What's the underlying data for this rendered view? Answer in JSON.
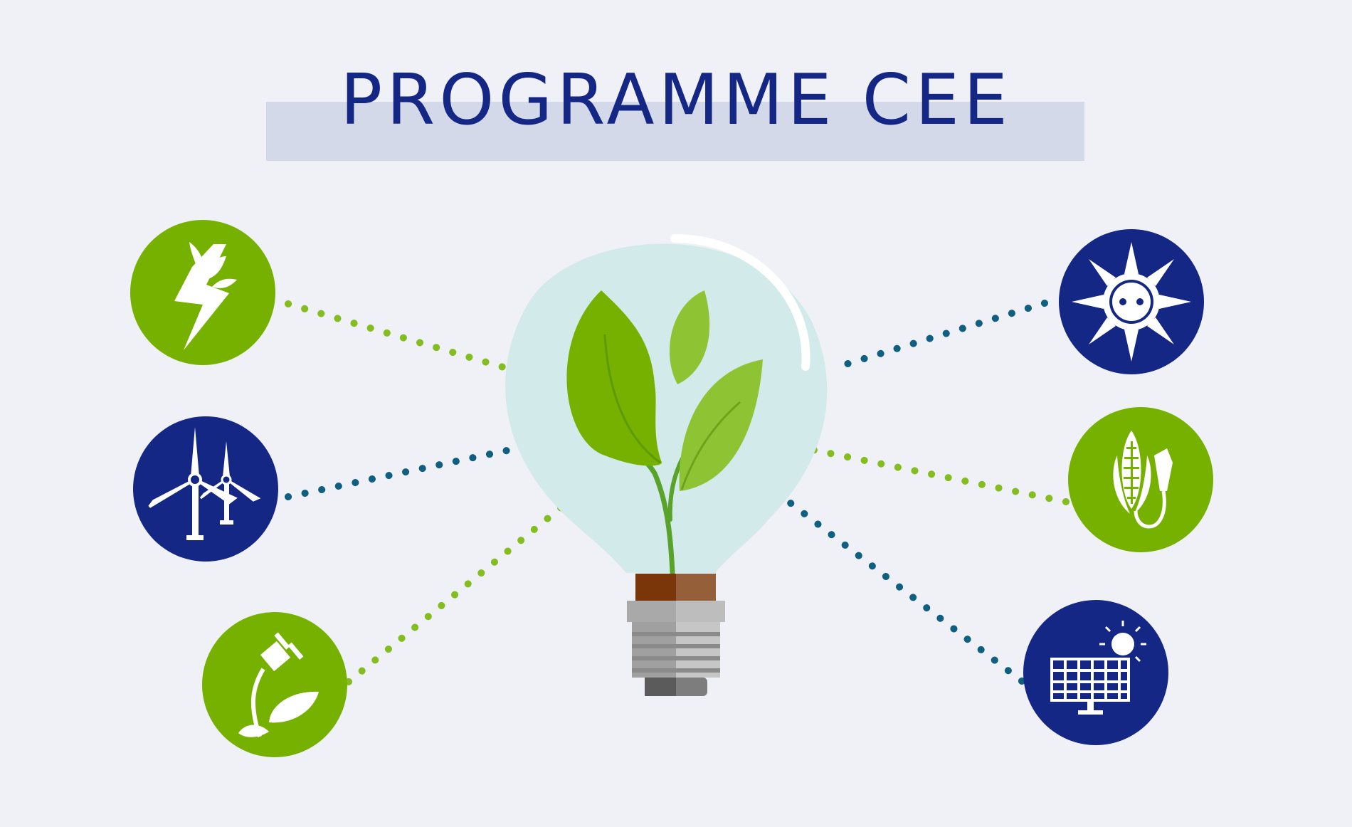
{
  "title": "PROGRAMME CEE",
  "colors": {
    "background": "#f0f1f6",
    "title_band": "#d4d9ea",
    "title_text": "#142785",
    "green": "#76b100",
    "navy": "#142785",
    "teal_dots": "#0e5f80",
    "green_dots": "#84bd1f",
    "bulb_glass": "#d3eaea"
  },
  "center": {
    "icon": "lightbulb-with-seedling-icon"
  },
  "nodes": [
    {
      "icon": "green-electricity-icon",
      "theme": "green",
      "connector": "green"
    },
    {
      "icon": "wind-turbines-icon",
      "theme": "navy",
      "connector": "teal"
    },
    {
      "icon": "eco-plug-icon",
      "theme": "green",
      "connector": "green"
    },
    {
      "icon": "solar-outlet-icon",
      "theme": "navy",
      "connector": "teal"
    },
    {
      "icon": "biofuel-corn-icon",
      "theme": "green",
      "connector": "green"
    },
    {
      "icon": "solar-panel-icon",
      "theme": "navy",
      "connector": "teal"
    }
  ]
}
